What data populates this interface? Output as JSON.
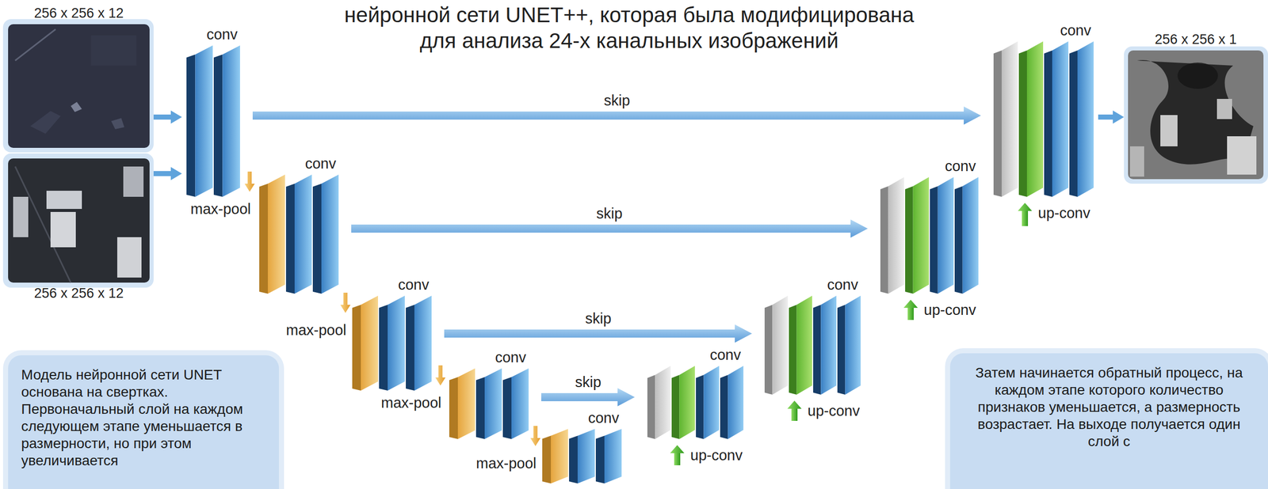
{
  "diagram": {
    "title": "нейронной сети UNET++, которая была модифицирована для анализа 24-х канальных изображений",
    "nodes": [
      {
        "text": [
          "256 x 256 x 12"
        ]
      },
      {
        "text": [
          "256 x 256 x 12"
        ]
      },
      {
        "text": [
          "conv"
        ]
      },
      {
        "text": [
          "conv"
        ]
      },
      {
        "text": [
          "conv"
        ]
      },
      {
        "text": [
          "conv"
        ]
      },
      {
        "text": [
          "conv"
        ]
      },
      {
        "text": [
          "conv"
        ]
      },
      {
        "text": [
          "conv"
        ]
      },
      {
        "text": [
          "conv"
        ]
      },
      {
        "text": [
          "conv"
        ]
      },
      {
        "text": [
          "256 x 256 x 1"
        ]
      },
      {
        "text": [
          "Модель нейронной сети UNET основана на свертках. Первоначальный слой на каждом следующем этапе уменьшается в размерности, но при этом увеличивается"
        ]
      },
      {
        "text": [
          "Затем начинается обратный процесс, на каждом этапе которого количество признаков уменьшается, а размерность возрастает. На выходе получается один слой с"
        ]
      }
    ],
    "edges": [
      {
        "from": 0,
        "to": 2,
        "arrow": "to"
      },
      {
        "from": 1,
        "to": 2,
        "arrow": "to"
      },
      {
        "from": 2,
        "to": 3,
        "label": "max-pool",
        "arrow": "to"
      },
      {
        "from": 3,
        "to": 4,
        "label": "max-pool",
        "arrow": "to"
      },
      {
        "from": 4,
        "to": 5,
        "label": "max-pool",
        "arrow": "to"
      },
      {
        "from": 5,
        "to": 6,
        "label": "max-pool",
        "arrow": "to"
      },
      {
        "from": 2,
        "to": 10,
        "label": "skip",
        "arrow": "to"
      },
      {
        "from": 3,
        "to": 9,
        "label": "skip",
        "arrow": "to"
      },
      {
        "from": 4,
        "to": 8,
        "label": "skip",
        "arrow": "to"
      },
      {
        "from": 5,
        "to": 7,
        "label": "skip",
        "arrow": "to"
      },
      {
        "from": 10,
        "to": 11,
        "arrow": "to"
      }
    ],
    "labels": [
      "up-conv",
      "up-conv",
      "up-conv",
      "up-conv"
    ]
  }
}
